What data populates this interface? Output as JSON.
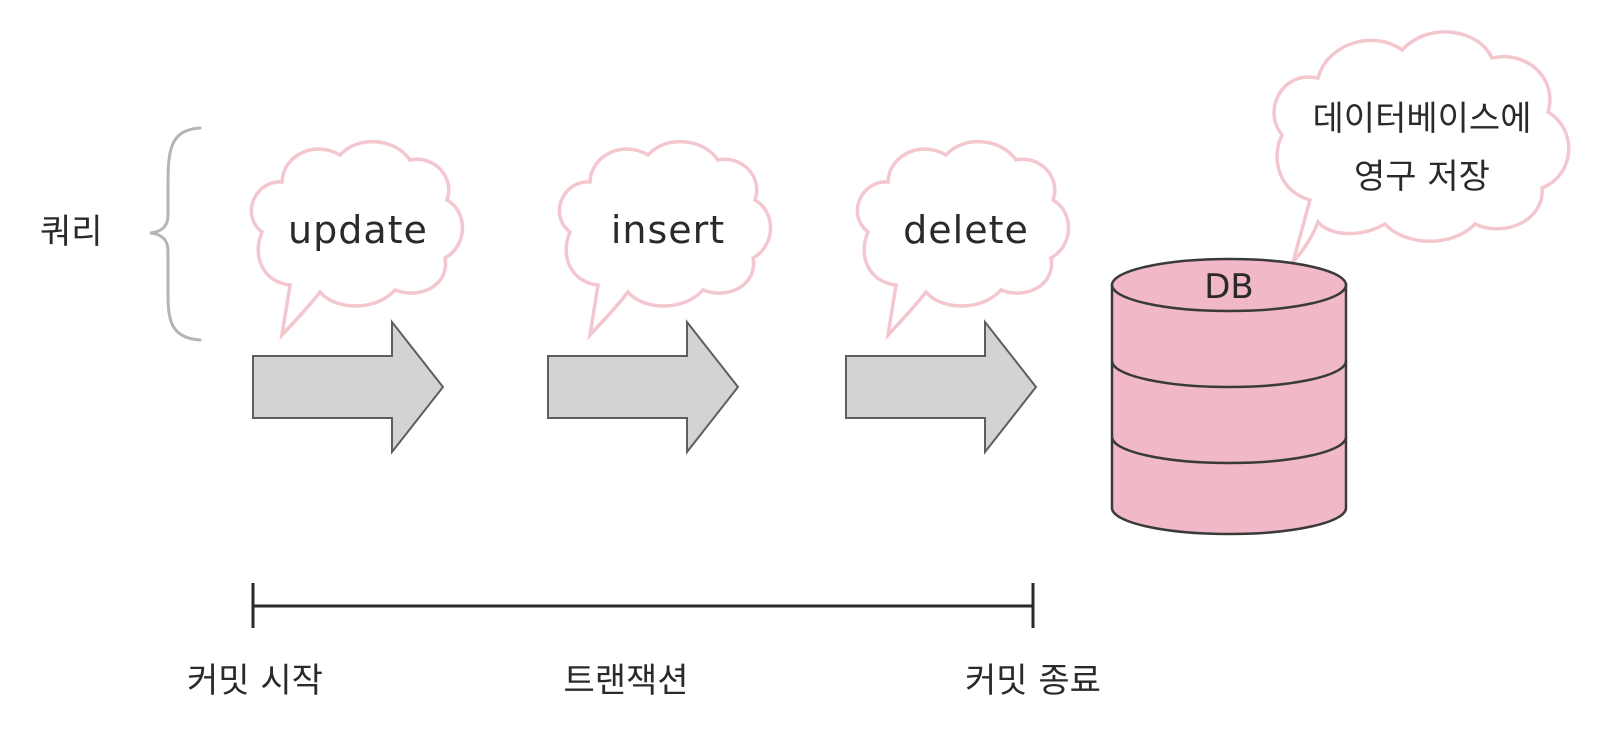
{
  "query_group_label": "쿼리",
  "queries": [
    "update",
    "insert",
    "delete"
  ],
  "database": {
    "label": "DB",
    "note_line1": "데이터베이스에",
    "note_line2": "영구 저장"
  },
  "timeline": {
    "start_label": "커밋 시작",
    "middle_label": "트랜잭션",
    "end_label": "커밋 종료"
  },
  "colors": {
    "cloud_outline": "#f4c7cf",
    "db_fill": "#f1b9c7",
    "db_stroke": "#3a3a3a",
    "arrow_fill": "#d3d3d3",
    "arrow_stroke": "#5e5e5e",
    "brace": "#b5b5b5",
    "text": "#2a2a2a"
  }
}
